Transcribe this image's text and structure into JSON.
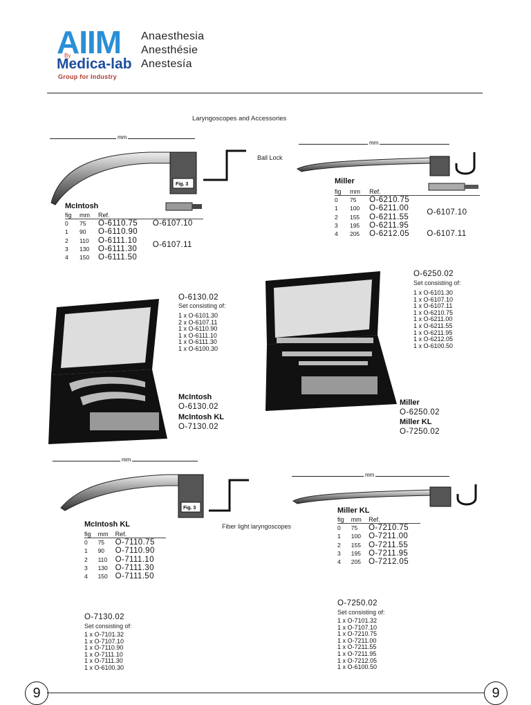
{
  "header": {
    "logo": {
      "main": "AIIM",
      "by": "By",
      "brand": "Medica-lab",
      "tagline": "Group for Industry"
    },
    "languages": [
      "Anaesthesia",
      "Anesthésie",
      "Anestesía"
    ]
  },
  "section_title": "Laryngoscopes and Accessories",
  "ball_lock_label": "Ball Lock",
  "fiber_label": "Fiber light laryngoscopes",
  "dimension_label": "mm",
  "fig_label": "Fig. 3",
  "columns": {
    "fig": "fig",
    "mm": "mm",
    "ref": "Ref."
  },
  "mcintosh": {
    "title": "McIntosh",
    "rows": [
      {
        "fig": "0",
        "mm": "75",
        "ref": "O-6110.75"
      },
      {
        "fig": "1",
        "mm": "90",
        "ref": "O-6110.90"
      },
      {
        "fig": "2",
        "mm": "110",
        "ref": "O-6111.10"
      },
      {
        "fig": "3",
        "mm": "130",
        "ref": "O-6111.30"
      },
      {
        "fig": "4",
        "mm": "150",
        "ref": "O-6111.50"
      }
    ],
    "handle_0": "O-6107.10",
    "handle_1_4": "O-6107.11"
  },
  "miller": {
    "title": "Miller",
    "rows": [
      {
        "fig": "0",
        "mm": "75",
        "ref": "O-6210.75"
      },
      {
        "fig": "1",
        "mm": "100",
        "ref": "O-6211.00"
      },
      {
        "fig": "2",
        "mm": "155",
        "ref": "O-6211.55"
      },
      {
        "fig": "3",
        "mm": "195",
        "ref": "O-6211.95"
      },
      {
        "fig": "4",
        "mm": "205",
        "ref": "O-6212.05"
      }
    ],
    "handle_0_3": "O-6107.10",
    "handle_4": "O-6107.11"
  },
  "set_mcintosh": {
    "code": "O-6130.02",
    "label": "Set consisting of:",
    "items": [
      "1 x O-6101.30",
      "2 x O-6107.11",
      "1 x O-6110.90",
      "1 x O-6111.10",
      "1 x O-6111.30",
      "1 x O-6100.30"
    ],
    "caption_title": "McIntosh",
    "caption_code": "O-6130.02",
    "caption_title_kl": "McIntosh KL",
    "caption_code_kl": "O-7130.02"
  },
  "set_miller": {
    "code": "O-6250.02",
    "label": "Set consisting of:",
    "items": [
      "1 x O-6101.30",
      "1 x O-6107.10",
      "1 x O-6107.11",
      "1 x O-6210.75",
      "1 x O-6211.00",
      "1 x O-6211.55",
      "1 x O-6211.95",
      "1 x O-6212.05",
      "1 x O-6100.50"
    ],
    "caption_title": "Miller",
    "caption_code": "O-6250.02",
    "caption_title_kl": "Miller KL",
    "caption_code_kl": "O-7250.02"
  },
  "mcintosh_kl": {
    "title": "McIntosh KL",
    "rows": [
      {
        "fig": "0",
        "mm": "75",
        "ref": "O-7110.75"
      },
      {
        "fig": "1",
        "mm": "90",
        "ref": "O-7110.90"
      },
      {
        "fig": "2",
        "mm": "110",
        "ref": "O-7111.10"
      },
      {
        "fig": "3",
        "mm": "130",
        "ref": "O-7111.30"
      },
      {
        "fig": "4",
        "mm": "150",
        "ref": "O-7111.50"
      }
    ]
  },
  "miller_kl": {
    "title": "Miller KL",
    "rows": [
      {
        "fig": "0",
        "mm": "75",
        "ref": "O-7210.75"
      },
      {
        "fig": "1",
        "mm": "100",
        "ref": "O-7211.00"
      },
      {
        "fig": "2",
        "mm": "155",
        "ref": "O-7211.55"
      },
      {
        "fig": "3",
        "mm": "195",
        "ref": "O-7211.95"
      },
      {
        "fig": "4",
        "mm": "205",
        "ref": "O-7212.05"
      }
    ]
  },
  "set_mcintosh_kl": {
    "code": "O-7130.02",
    "label": "Set consisting of:",
    "items": [
      "1 x O-7101.32",
      "1 x O-7107.10",
      "1 x O-7110.90",
      "1 x O-7111.10",
      "1 x O-7111.30",
      "1 x O-6100.30"
    ]
  },
  "set_miller_kl": {
    "code": "O-7250.02",
    "label": "Set consisting of:",
    "items": [
      "1 x O-7101.32",
      "1 x O-7107.10",
      "1 x O-7210.75",
      "1 x O-7211.00",
      "1 x O-7211.55",
      "1 x O-7211.95",
      "1 x O-7212.05",
      "1 x O-6100.50"
    ]
  },
  "page_number_left": "9",
  "page_number_right": "9"
}
